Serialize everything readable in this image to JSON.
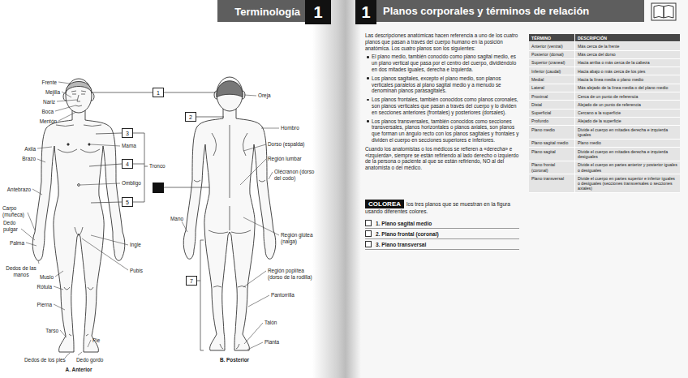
{
  "diagram": {
    "title": "Planos corporales y términos de relación",
    "nodes": [
      {
        "text": [
          "1"
        ]
      },
      {
        "text": [
          "1"
        ]
      },
      {
        "text": [
          "1"
        ]
      },
      {
        "text": [
          "2"
        ]
      },
      {
        "text": [
          "3"
        ]
      },
      {
        "text": [
          "4"
        ]
      },
      {
        "text": [
          "5"
        ]
      },
      {
        "text": [
          "7"
        ]
      },
      {
        "text": [
          "COLOREA"
        ]
      }
    ],
    "labels": [
      "Terminología",
      "Frente",
      "Mejilla",
      "Nariz",
      "Boca",
      "Mentón",
      "Axila",
      "Brazo",
      "Antebrazo",
      "Carpo (muñeca)",
      "Dedo pulgar",
      "Palma",
      "Dedos de las manos",
      "Muslo",
      "Rótula",
      "Pierna",
      "Tarso",
      "Pie",
      "Dedos de los pies",
      "Dedo gordo",
      "Mama",
      "Ombligo",
      "Ingle",
      "Pubis",
      "Tronco",
      "A. Anterior",
      "Oreja",
      "Hombro",
      "Dorso (espalda)",
      "Región lumbar",
      "Olécranon (dorso del codo)",
      "Mano",
      "Región glútea (nalga)",
      "Región poplítea (dorso de la rodilla)",
      "Pantorrilla",
      "Talón",
      "Planta",
      "B. Posterior",
      "Las descripciones anatómicas hacen referencia a uno de los cuatro planos que pasan a través del cuerpo humano en la posición anatómica. Los cuatro planos son los siguientes:",
      "El plano medio, también conocido como plano sagital medio, es un plano vertical que pasa por el centro del cuerpo, dividiéndolo en dos mitades iguales, derecha e izquierda.",
      "Los planos sagitales, excepto el plano medio, son planos verticales paralelos al plano sagital medio y a menudo se denominan planos parasagitales.",
      "Los planos frontales, también conocidos como planos coronales, son planos verticales que pasan a través del cuerpo y lo dividen en secciones anteriores (frontales) y posteriores (dorsales).",
      "Los planos transversales, también conocidos como secciones transversales, planos horizontales o planos axiales, son planos que forman un ángulo recto con los planos sagitales y frontales y dividen el cuerpo en secciones superiores e inferiores.",
      "Cuando los anatomistas o los médicos se refieren a «derecha» e «izquierda», siempre se están refiriendo al lado derecho o izquierdo de la persona o paciente al que se están refiriendo, NO al del anatomista o del médico.",
      "los tres planos que se muestran en la figura usando diferentes colores.",
      "1. Plano sagital medio",
      "2. Plano frontal (coronal)",
      "3. Plano transversal",
      "TÉRMINO",
      "DESCRIPCIÓN",
      "Anterior (ventral)",
      "Más cerca de la frente",
      "Posterior (dorsal)",
      "Más cerca del dorso",
      "Superior (craneal)",
      "Hacia arriba o más cerca de la cabeza",
      "Inferior (caudal)",
      "Hacia abajo o más cerca de los pies",
      "Medial",
      "Hacia la línea media o plano medio",
      "Lateral",
      "Más alejado de la línea media o del plano medio",
      "Proximal",
      "Cerca de un punto de referencia",
      "Distal",
      "Alejado de un punto de referencia",
      "Superficial",
      "Cercano a la superficie",
      "Profundo",
      "Alejado de la superficie",
      "Plano medio",
      "Divide el cuerpo en mitades derecha e izquierda iguales",
      "Plano sagital medio",
      "Plano medio",
      "Plano sagital",
      "Divide el cuerpo en mitades derecha e izquierda desiguales",
      "Plano frontal (coronal)",
      "Divide el cuerpo en partes anterior y posterior iguales o desiguales",
      "Plano transversal",
      "Divide el cuerpo en partes superior e inferior iguales o desiguales (secciones transversales o secciones axiales)"
    ]
  }
}
